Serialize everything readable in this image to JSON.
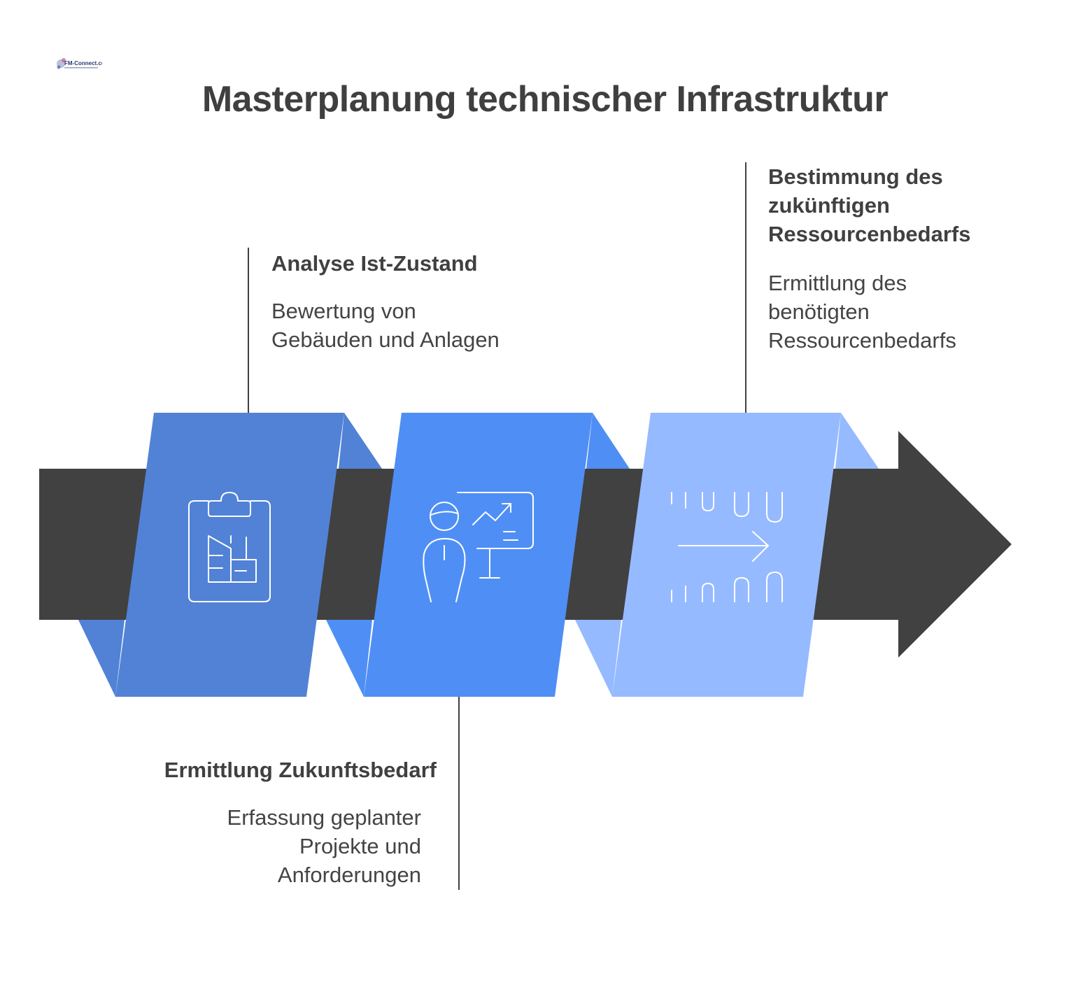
{
  "logo": {
    "text": "FM-Connect.com",
    "icon": "fm-connect-logo"
  },
  "title": "Masterplanung technischer Infrastruktur",
  "colors": {
    "arrow": "#414141",
    "panel1": "#5182d6",
    "panel2": "#4f8ff5",
    "panel3": "#96baff",
    "icon_stroke": "#ffffff",
    "connector": "#404040"
  },
  "steps": [
    {
      "title": "Analyse Ist-Zustand",
      "description": "Bewertung von\nGebäuden und Anlagen",
      "icon": "clipboard-buildings-icon"
    },
    {
      "title": "Ermittlung Zukunftsbedarf",
      "description": "Erfassung geplanter\nProjekte und\nAnforderungen",
      "icon": "presenter-chart-icon"
    },
    {
      "title": "Bestimmung des\nzukünftigen\nRessourcenbedarfs",
      "description": "Ermittlung des\nbenötigten\nRessourcenbedarfs",
      "icon": "growth-arrow-icon"
    }
  ]
}
